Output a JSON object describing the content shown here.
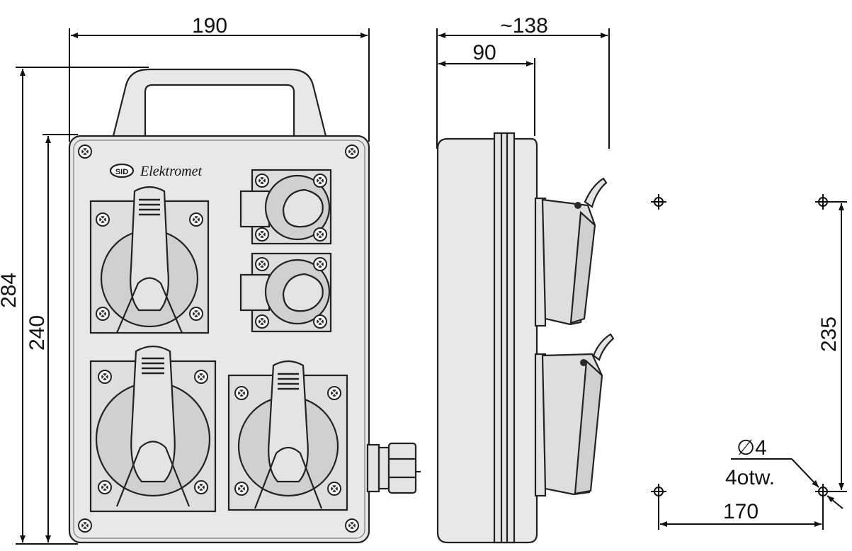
{
  "dimensions": {
    "overall_width": "190",
    "overall_height": "284",
    "body_height": "240",
    "depth_total": "~138",
    "depth_body": "90",
    "mount_vertical": "235",
    "mount_horizontal": "170",
    "hole_diameter": "∅4",
    "hole_count": "4otw."
  },
  "front_view": {
    "logo_badge": "SID",
    "logo_text": "Elektromet"
  },
  "colors": {
    "line": "#111111",
    "body": "#e8e8e8",
    "panel": "#dedede",
    "socket": "#d0d0d0"
  }
}
